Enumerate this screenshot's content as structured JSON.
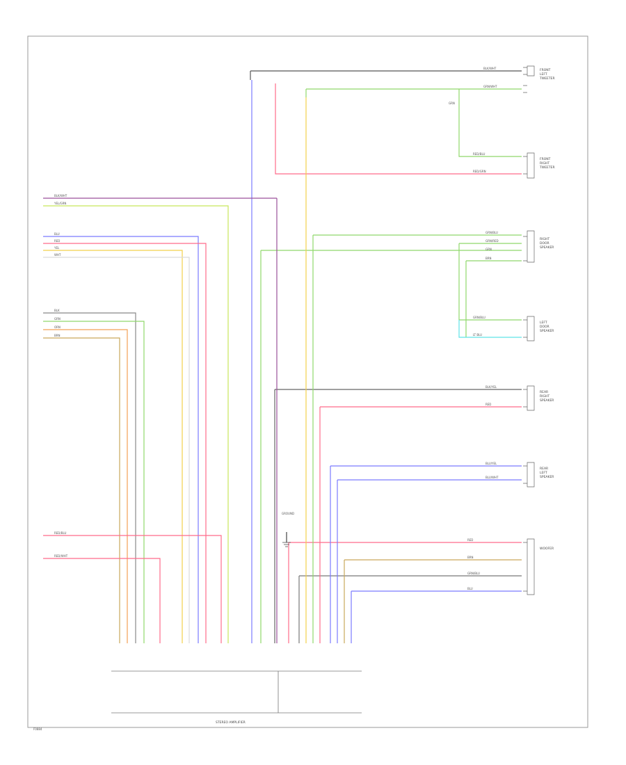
{
  "diagram": {
    "footer_label": "STEREO AMPLIFIER",
    "page_code": "F0884",
    "components": [
      {
        "id": "front-left-tweeter",
        "lines": [
          "FRONT",
          "LEFT",
          "TWEETER"
        ]
      },
      {
        "id": "front-right-tweeter",
        "lines": [
          "FRONT",
          "RIGHT",
          "TWEETER"
        ]
      },
      {
        "id": "right-door-speaker",
        "lines": [
          "RIGHT",
          "DOOR",
          "SPEAKER"
        ]
      },
      {
        "id": "left-door-speaker",
        "lines": [
          "LEFT",
          "DOOR",
          "SPEAKER"
        ]
      },
      {
        "id": "rear-right-speaker",
        "lines": [
          "REAR",
          "RIGHT",
          "SPEAKER"
        ]
      },
      {
        "id": "rear-left-speaker",
        "lines": [
          "REAR",
          "LEFT",
          "SPEAKER"
        ]
      },
      {
        "id": "subwoofer",
        "lines": [
          "WOOFER"
        ]
      }
    ],
    "wire_labels": {
      "top_black": "BLK/WHT",
      "top_green": "GRN/WHT",
      "green_mid": "GRN",
      "ft_red_1": "RED/BLU",
      "ft_red_2": "RED/GRN",
      "rd_1": "GRN/BLU",
      "rd_2": "GRN/RED",
      "rd_3": "GRN",
      "rd_4": "BRN",
      "ld_1": "GRN/BLU",
      "ld_2": "LT BLU",
      "rr_1": "BLK/YEL",
      "rr_2": "RED",
      "rl_1": "BLU/YEL",
      "rl_2": "BLU/WHT",
      "w_1": "RED",
      "w_2": "BRN",
      "w_3": "GRN/BLU",
      "w_4": "BLU",
      "left_top_1": "BLK/WHT",
      "left_top_2": "YEL/GRN",
      "left_mid_1": "BLU",
      "left_mid_2": "RED",
      "left_mid_3": "YEL",
      "left_mid_4": "WHT",
      "left_low_1": "BLK",
      "left_low_2": "GRN",
      "left_low_3": "ORN",
      "left_low_4": "BRN",
      "left_bot_1": "RED/BLU",
      "left_bot_2": "RED/WHT",
      "ground_label": "GROUND"
    }
  }
}
